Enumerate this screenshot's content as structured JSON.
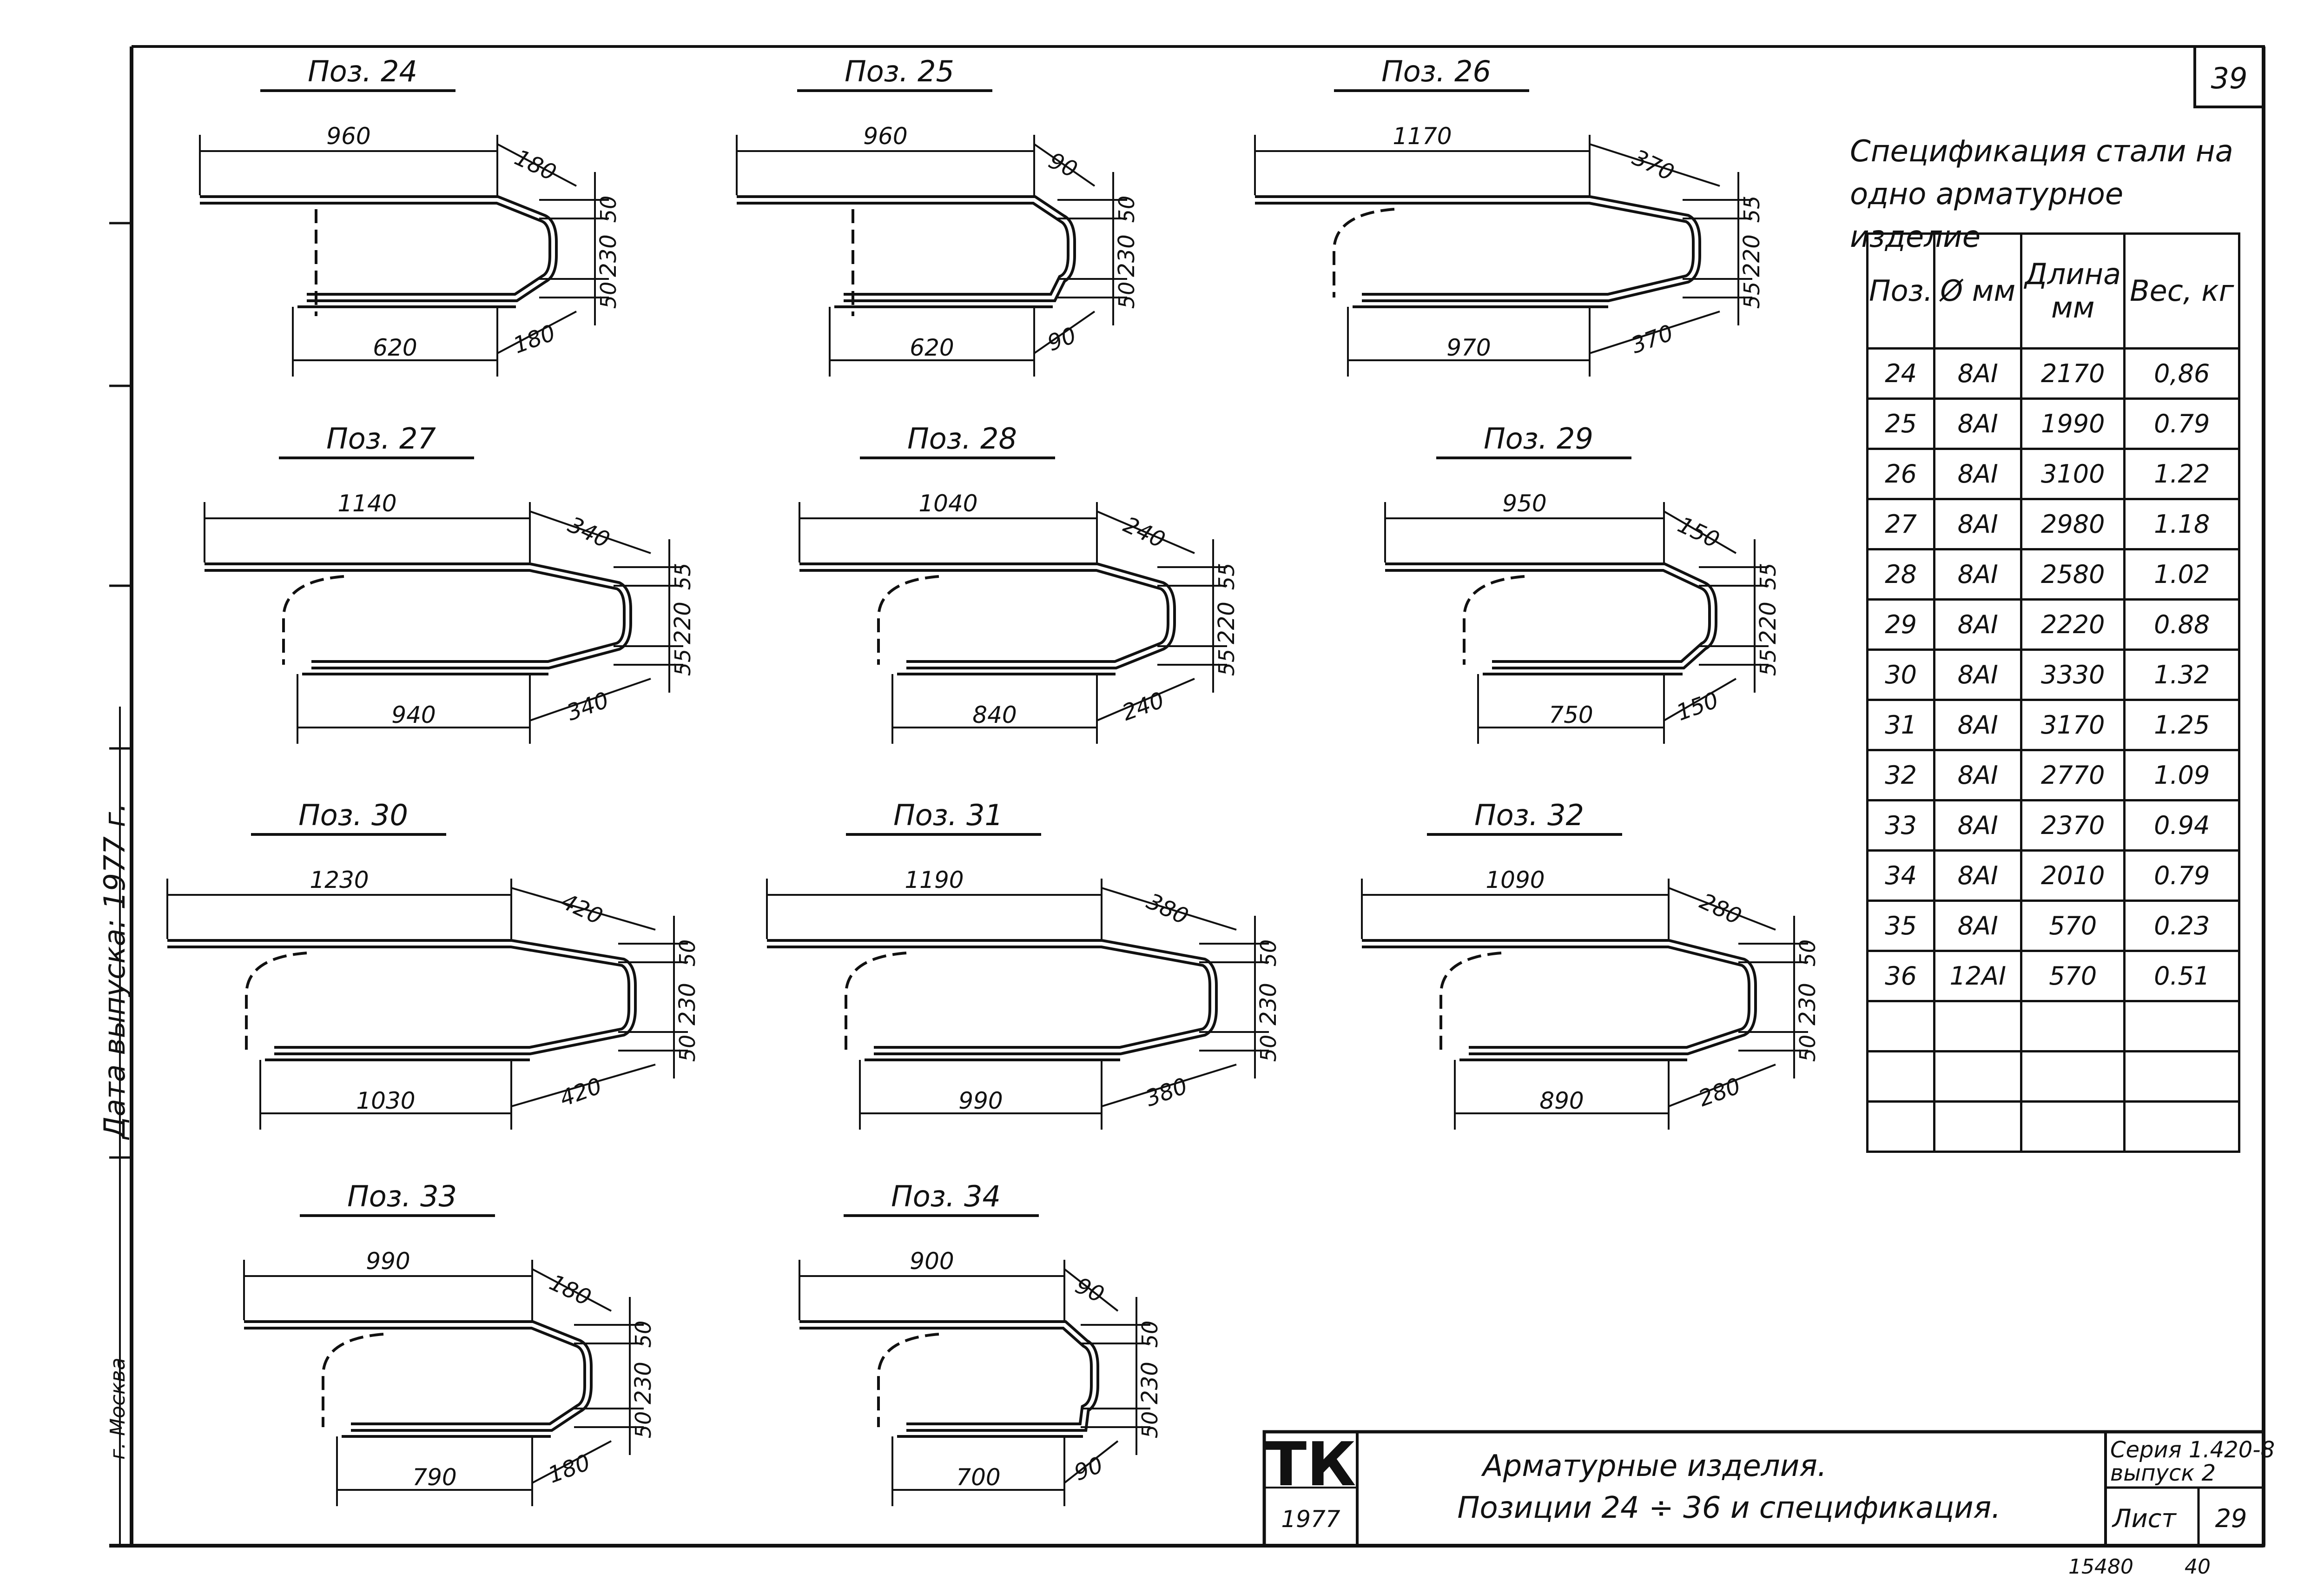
{
  "sheet_number": "39",
  "side_label": "Дата выпуска:  1977 г.",
  "side_label_small": "г. Москва",
  "positions": [
    {
      "label": "Поз. 24",
      "dims": [
        "960",
        "180",
        "50",
        "230",
        "50",
        "620",
        "180"
      ]
    },
    {
      "label": "Поз. 25",
      "dims": [
        "960",
        "90",
        "50",
        "230",
        "50",
        "620",
        "90"
      ]
    },
    {
      "label": "Поз. 26",
      "dims": [
        "1170",
        "370",
        "55",
        "220",
        "55",
        "970",
        "370"
      ]
    },
    {
      "label": "Поз. 27",
      "dims": [
        "1140",
        "340",
        "55",
        "220",
        "55",
        "940",
        "340"
      ]
    },
    {
      "label": "Поз. 28",
      "dims": [
        "1040",
        "240",
        "55",
        "220",
        "55",
        "840",
        "240"
      ]
    },
    {
      "label": "Поз. 29",
      "dims": [
        "950",
        "150",
        "55",
        "220",
        "55",
        "750",
        "150"
      ]
    },
    {
      "label": "Поз. 30",
      "dims": [
        "1230",
        "420",
        "50",
        "230",
        "50",
        "1030",
        "420"
      ]
    },
    {
      "label": "Поз. 31",
      "dims": [
        "1190",
        "380",
        "50",
        "230",
        "50",
        "990",
        "380"
      ]
    },
    {
      "label": "Поз. 32",
      "dims": [
        "1090",
        "280",
        "50",
        "230",
        "50",
        "890",
        "280"
      ]
    },
    {
      "label": "Поз. 33",
      "dims": [
        "990",
        "180",
        "50",
        "230",
        "50",
        "790",
        "180"
      ]
    },
    {
      "label": "Поз. 34",
      "dims": [
        "900",
        "90",
        "50",
        "230",
        "50",
        "700",
        "90"
      ]
    }
  ],
  "spec": {
    "title_line1": "Спецификация  стали на",
    "title_line2": "одно арматурное изделие",
    "headers": [
      "Поз.",
      "Ø мм",
      "Длина мм",
      "Вес, кг"
    ],
    "rows": [
      [
        "24",
        "8AI",
        "2170",
        "0,86"
      ],
      [
        "25",
        "8AI",
        "1990",
        "0.79"
      ],
      [
        "26",
        "8AI",
        "3100",
        "1.22"
      ],
      [
        "27",
        "8AI",
        "2980",
        "1.18"
      ],
      [
        "28",
        "8AI",
        "2580",
        "1.02"
      ],
      [
        "29",
        "8AI",
        "2220",
        "0.88"
      ],
      [
        "30",
        "8AI",
        "3330",
        "1.32"
      ],
      [
        "31",
        "8AI",
        "3170",
        "1.25"
      ],
      [
        "32",
        "8AI",
        "2770",
        "1.09"
      ],
      [
        "33",
        "8AI",
        "2370",
        "0.94"
      ],
      [
        "34",
        "8AI",
        "2010",
        "0.79"
      ],
      [
        "35",
        "8AI",
        "570",
        "0.23"
      ],
      [
        "36",
        "12AI",
        "570",
        "0.51"
      ],
      [
        "",
        "",
        "",
        ""
      ],
      [
        "",
        "",
        "",
        ""
      ],
      [
        "",
        "",
        "",
        ""
      ]
    ]
  },
  "title_block": {
    "logo": "ТК",
    "logo_year": "1977",
    "title_line1": "Арматурные   изделия.",
    "title_line2": "Позиции 24 ÷ 36  и  спецификация.",
    "series_line1": "Серия 1.420-8",
    "series_line2": "выпуск 2",
    "sheet_label": "Лист",
    "sheet_value": "29"
  },
  "footer": {
    "code": "15480",
    "page": "40"
  }
}
